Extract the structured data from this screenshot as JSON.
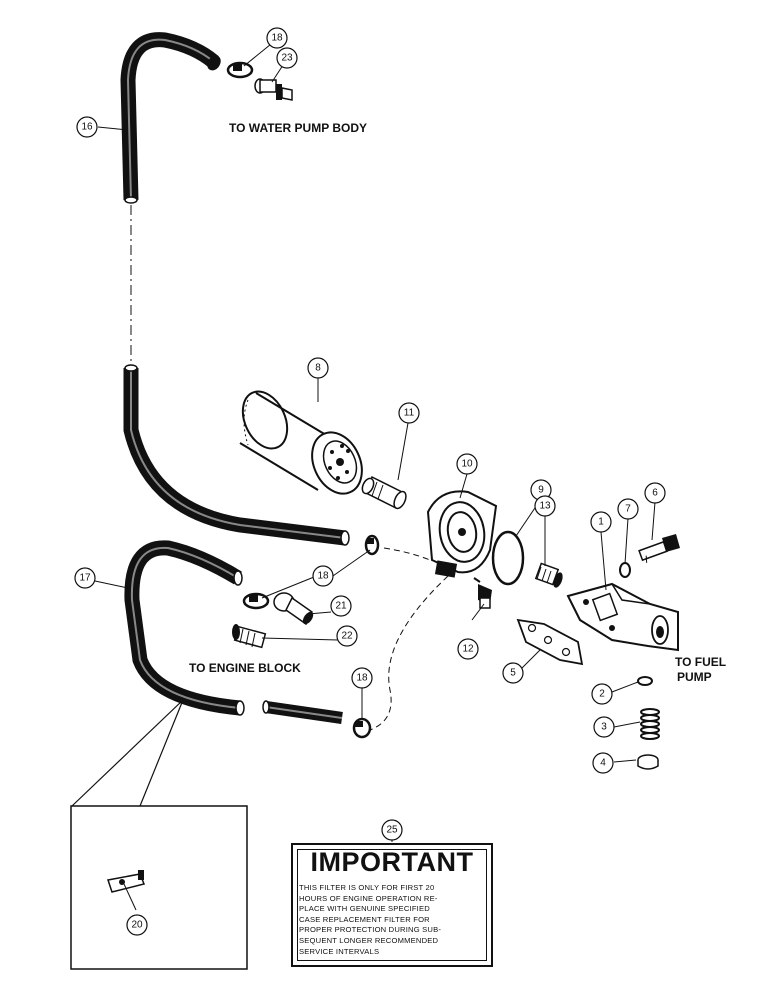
{
  "notes": {
    "water_pump": "TO WATER PUMP BODY",
    "engine_block": "TO ENGINE BLOCK",
    "fuel_pump_line1": "TO FUEL",
    "fuel_pump_line2": "PUMP"
  },
  "callouts": [
    "1",
    "2",
    "3",
    "4",
    "5",
    "6",
    "7",
    "8",
    "9",
    "10",
    "11",
    "12",
    "13",
    "16",
    "17",
    "18",
    "21",
    "22",
    "23",
    "20",
    "25"
  ],
  "callout_labels": {
    "c1": "1",
    "c2": "2",
    "c3": "3",
    "c4": "4",
    "c5": "5",
    "c6": "6",
    "c7": "7",
    "c8": "8",
    "c9": "9",
    "c10": "10",
    "c11": "11",
    "c12": "12",
    "c13": "13",
    "c16": "16",
    "c17": "17",
    "c18": "18",
    "c21": "21",
    "c22": "22",
    "c23": "23",
    "c20": "20",
    "c25": "25"
  },
  "decal": {
    "title": "IMPORTANT",
    "lines": [
      "THIS FILTER IS ONLY FOR FIRST 20",
      "HOURS OF ENGINE OPERATION RE-",
      "PLACE WITH GENUINE SPECIFIED",
      "CASE REPLACEMENT FILTER FOR",
      "PROPER PROTECTION DURING SUB-",
      "SEQUENT LONGER RECOMMENDED",
      "SERVICE INTERVALS"
    ]
  },
  "colors": {
    "ink": "#111111",
    "paper": "#ffffff"
  }
}
